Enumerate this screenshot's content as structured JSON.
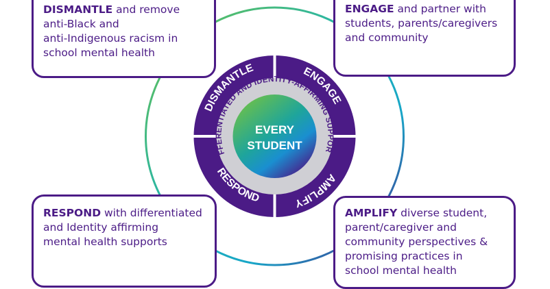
{
  "center": {
    "line1": "EVERY",
    "line2": "STUDENT"
  },
  "inner_ring_text": "DIFFERENTIATED AND IDENTITY-AFFIRMING SUPPORTS",
  "quadrants": {
    "dismantle": "DISMANTLE",
    "engage": "ENGAGE",
    "amplify": "AMPLIFY",
    "respond": "RESPOND"
  },
  "boxes": {
    "dismantle": {
      "keyword": "DISMANTLE",
      "lines": [
        " and remove",
        "anti-Black and",
        "anti-Indigenous racism in",
        "school mental health"
      ]
    },
    "engage": {
      "keyword": "ENGAGE",
      "lines": [
        " and partner with",
        "students, parents/caregivers",
        "and community"
      ]
    },
    "respond": {
      "keyword": "RESPOND",
      "lines": [
        " with differentiated",
        "and Identity affirming",
        "mental health supports"
      ]
    },
    "amplify": {
      "keyword": "AMPLIFY",
      "lines": [
        " diverse student,",
        "parent/caregiver and",
        "community perspectives &",
        "promising practices in",
        "school mental health"
      ]
    }
  },
  "colors": {
    "purple": "#4b1b86",
    "ring_green": "#6cc04a",
    "ring_teal": "#18a6c8",
    "ring_purple": "#4b1b86",
    "grey_ring": "#cfcfd4",
    "white": "#ffffff"
  }
}
